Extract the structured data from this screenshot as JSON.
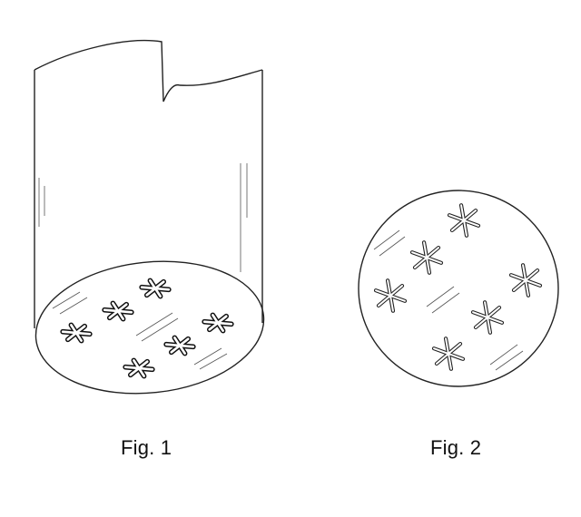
{
  "figures": [
    {
      "caption": "Fig. 1",
      "depicts": "tube-with-starred-end"
    },
    {
      "caption": "Fig. 2",
      "depicts": "disc-with-stars"
    }
  ],
  "colors": {
    "line": "#222222",
    "background": "#ffffff"
  }
}
